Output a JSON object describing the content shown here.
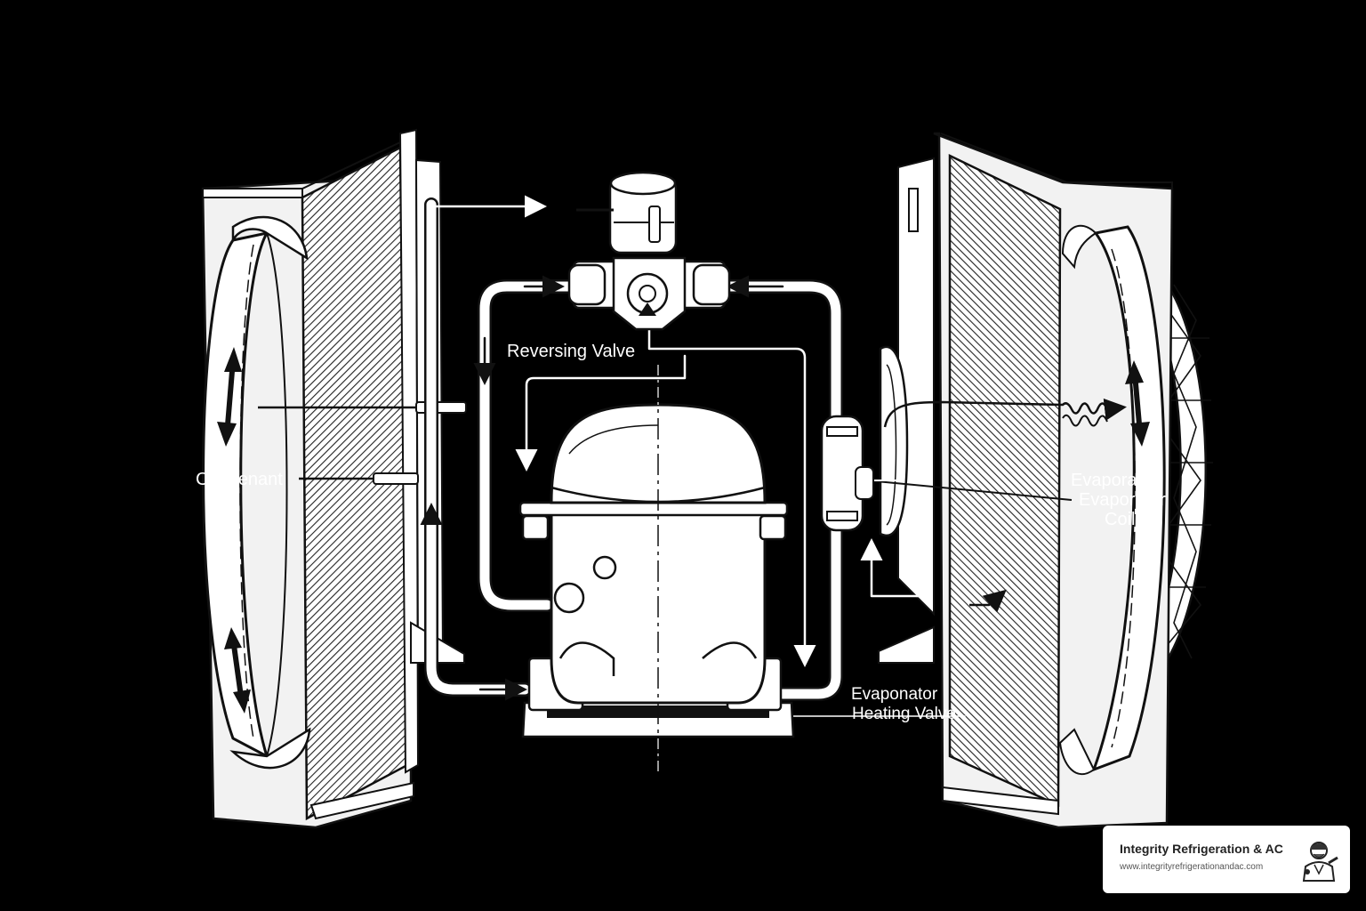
{
  "labels": {
    "reversing_valve": "Reversing Valve",
    "condenant": "Condenant",
    "evaporator_line1": "Evaporator",
    "evaporator_line2": "Evaporator",
    "evaporator_line3": "Coil",
    "heating_line1": "Evaponator",
    "heating_line2": "Heating Valve"
  },
  "brand": {
    "name": "Integrity Refrigeration & AC",
    "url": "www.integrityrefrigerationandac.com"
  },
  "colors": {
    "background": "#000000",
    "line_art": "#ffffff",
    "shading": "#d9d9d9"
  },
  "icons": [
    "double-arrow-icon",
    "flow-arrow-icon",
    "fan-icon",
    "mascot-avatar-icon"
  ]
}
